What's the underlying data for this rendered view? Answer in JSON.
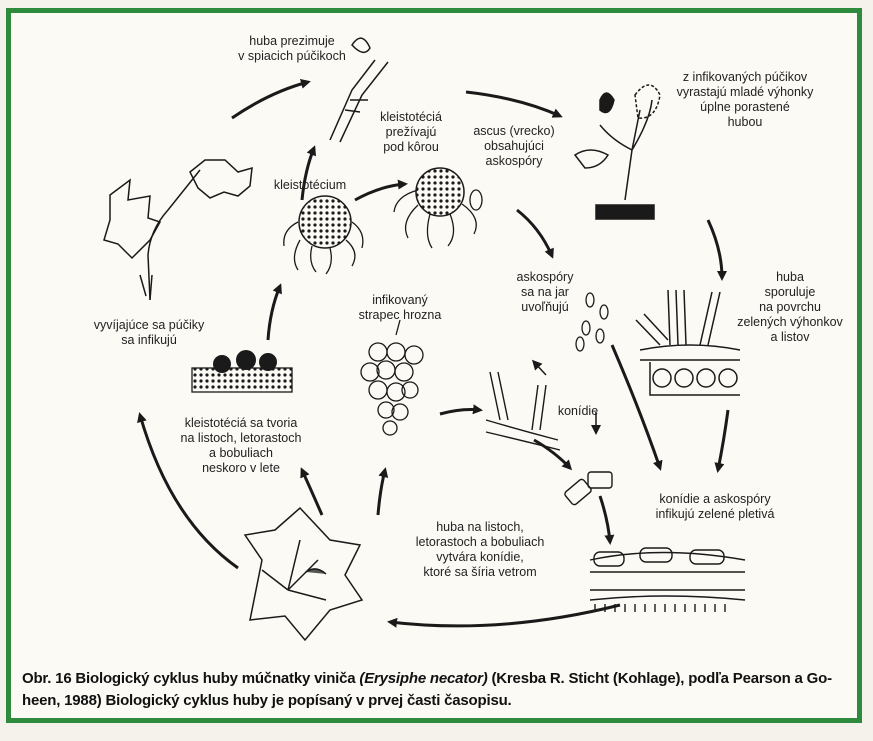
{
  "labels": {
    "overwinter_buds": "huba prezimuje\nv spiacich púčikoch",
    "kleist_bark": "kleistotéciá\nprežívajú\npod kôrou",
    "ascus": "ascus (vrecko)\nobsahujúci\naskospóry",
    "infected_buds": "z infikovaných púčikov\nvyrastajú mladé výhonky\núplne porastené\nhubou",
    "kleistotecium": "kleistotécium",
    "developing_buds": "vyvíjajúce sa púčiky\nsa infikujú",
    "infected_cluster": "infikovaný\nstrapec hrozna",
    "ascospores_released": "askospóry\nsa na jar\nuvoľňujú",
    "sporulates": "huba\nsporuluje\nna povrchu\nzelených výhonkov\na listov",
    "kleist_form": "kleistotéciá sa tvoria\nna listoch, letorastoch\na bobuliach\nneskoro v lete",
    "conidia": "konídie",
    "conidia_ascospores_infect": "konídie a askospóry\ninfikujú zelené pletivá",
    "fungus_leaves": "huba na listoch,\nletorastoch a bobuliach\nvytvára konídie,\nktoré sa šíria vetrom"
  },
  "caption": {
    "prefix": "Obr. 16  Biologický cyklus huby múčnatky viniča ",
    "species": "(Erysiphe necator)",
    "suffix": " (Kresba R. Sticht (Kohlage), podľa Pearson a Go-heen, 1988) Biologický cyklus huby je popísaný v prvej časti časopisu."
  },
  "colors": {
    "border": "#2e8b3e",
    "ink": "#1a1a1a"
  }
}
